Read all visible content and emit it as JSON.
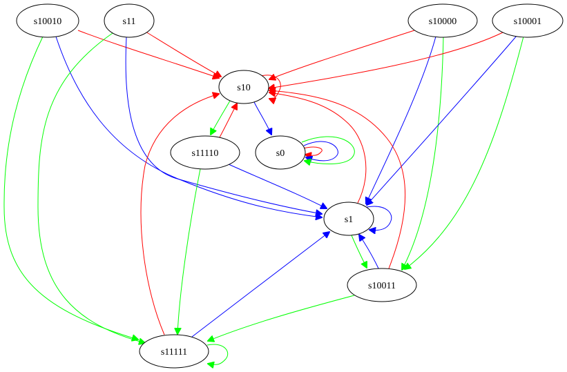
{
  "diagram": {
    "type": "directed-state-graph",
    "colors": {
      "red": "#ff0000",
      "green": "#00ff00",
      "blue": "#0000ff"
    },
    "nodes": [
      {
        "id": "s10010",
        "label": "s10010"
      },
      {
        "id": "s11",
        "label": "s11"
      },
      {
        "id": "s10000",
        "label": "s10000"
      },
      {
        "id": "s10001",
        "label": "s10001"
      },
      {
        "id": "s10",
        "label": "s10"
      },
      {
        "id": "s11110",
        "label": "s11110"
      },
      {
        "id": "s0",
        "label": "s0"
      },
      {
        "id": "s1",
        "label": "s1"
      },
      {
        "id": "s10011",
        "label": "s10011"
      },
      {
        "id": "s11111",
        "label": "s11111"
      }
    ],
    "edges": [
      {
        "from": "s10010",
        "to": "s10",
        "color": "red"
      },
      {
        "from": "s10010",
        "to": "s1",
        "color": "blue"
      },
      {
        "from": "s10010",
        "to": "s11111",
        "color": "green"
      },
      {
        "from": "s11",
        "to": "s10",
        "color": "red"
      },
      {
        "from": "s11",
        "to": "s1",
        "color": "blue"
      },
      {
        "from": "s11",
        "to": "s11111",
        "color": "green"
      },
      {
        "from": "s10000",
        "to": "s10",
        "color": "red"
      },
      {
        "from": "s10000",
        "to": "s1",
        "color": "blue"
      },
      {
        "from": "s10000",
        "to": "s10011",
        "color": "green"
      },
      {
        "from": "s10001",
        "to": "s10",
        "color": "red"
      },
      {
        "from": "s10001",
        "to": "s1",
        "color": "blue"
      },
      {
        "from": "s10001",
        "to": "s10011",
        "color": "green"
      },
      {
        "from": "s10",
        "to": "s10",
        "color": "red"
      },
      {
        "from": "s10",
        "to": "s11110",
        "color": "green"
      },
      {
        "from": "s10",
        "to": "s0",
        "color": "blue"
      },
      {
        "from": "s11110",
        "to": "s10",
        "color": "red"
      },
      {
        "from": "s11110",
        "to": "s1",
        "color": "blue"
      },
      {
        "from": "s11110",
        "to": "s11111",
        "color": "green"
      },
      {
        "from": "s0",
        "to": "s0",
        "color": "red"
      },
      {
        "from": "s0",
        "to": "s0",
        "color": "blue"
      },
      {
        "from": "s0",
        "to": "s0",
        "color": "green"
      },
      {
        "from": "s1",
        "to": "s10",
        "color": "red"
      },
      {
        "from": "s1",
        "to": "s1",
        "color": "blue"
      },
      {
        "from": "s1",
        "to": "s10011",
        "color": "green"
      },
      {
        "from": "s10011",
        "to": "s10",
        "color": "red"
      },
      {
        "from": "s10011",
        "to": "s1",
        "color": "blue"
      },
      {
        "from": "s10011",
        "to": "s11111",
        "color": "green"
      },
      {
        "from": "s11111",
        "to": "s10",
        "color": "red"
      },
      {
        "from": "s11111",
        "to": "s1",
        "color": "blue"
      },
      {
        "from": "s11111",
        "to": "s11111",
        "color": "green"
      }
    ]
  }
}
